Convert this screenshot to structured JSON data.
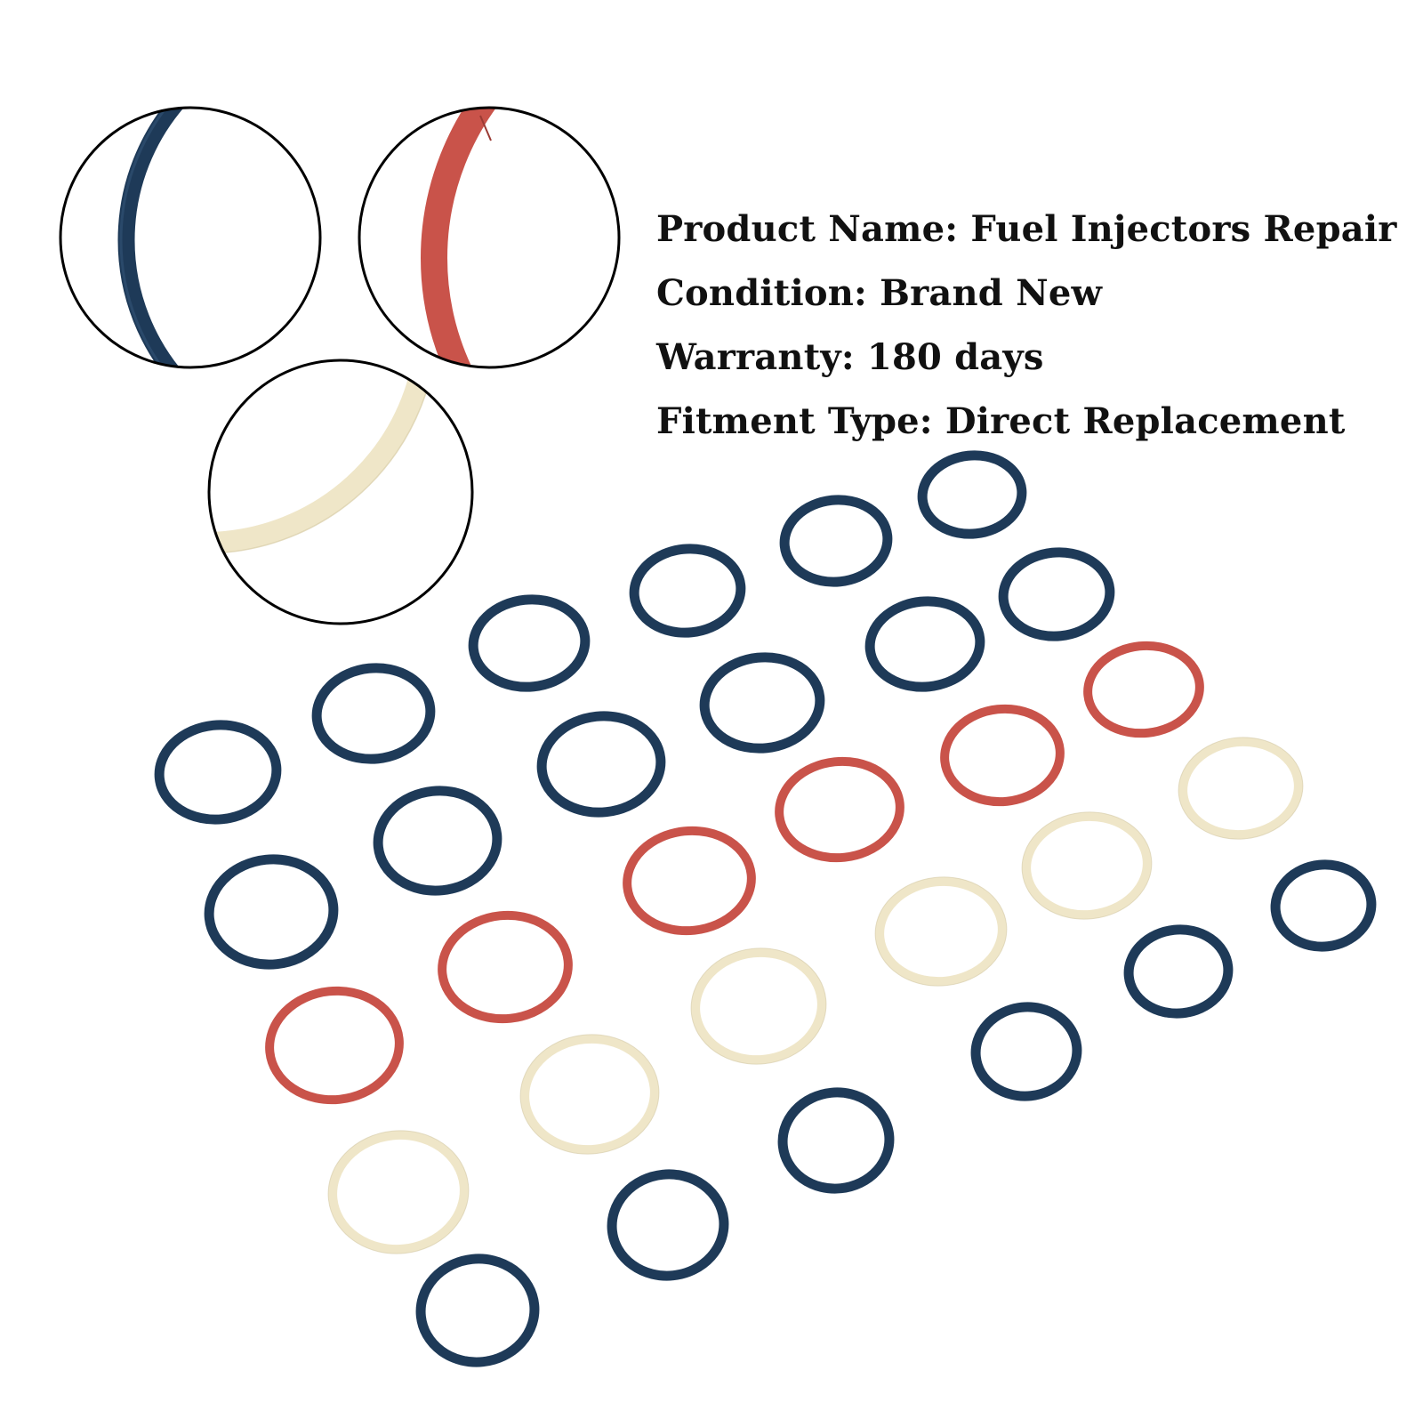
{
  "specs": [
    "Product Name: Fuel Injectors Repair",
    "Condition: Brand New",
    "Warranty: 180 days",
    "Fitment Type: Direct Replacement"
  ],
  "colors": {
    "background": "#ffffff",
    "navy_ring": "#1e3a58",
    "red_ring": "#c9534a",
    "cream_ring": "#efe6c8",
    "magnifier_outline": "#000000",
    "text": "#111111"
  }
}
